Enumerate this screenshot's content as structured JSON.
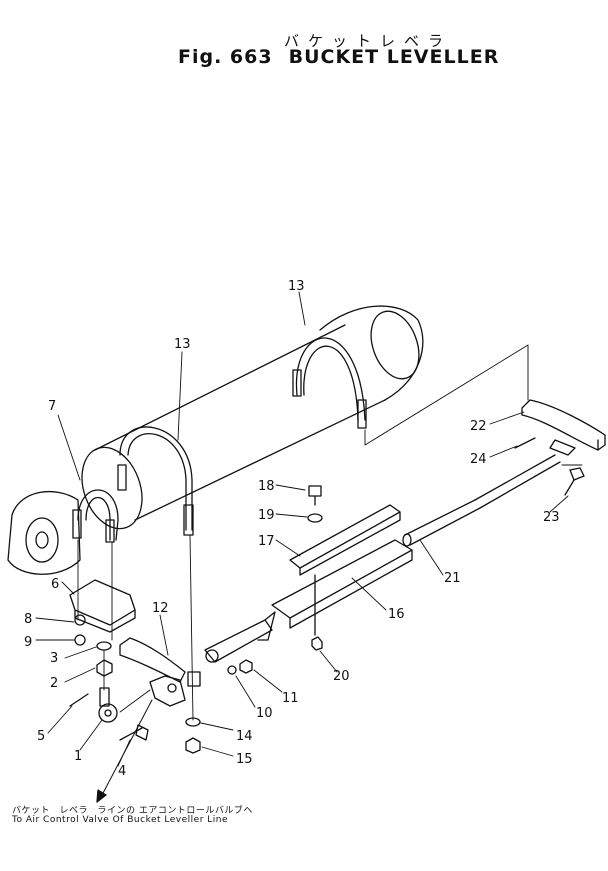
{
  "header": {
    "title_jp": "バケットレベラ",
    "fig_label": "Fig. 663",
    "title": "BUCKET LEVELLER"
  },
  "callouts": [
    "1",
    "2",
    "3",
    "4",
    "5",
    "6",
    "7",
    "8",
    "9",
    "10",
    "11",
    "12",
    "13",
    "13",
    "14",
    "15",
    "16",
    "17",
    "18",
    "19",
    "20",
    "21",
    "22",
    "23",
    "24"
  ],
  "footnote": {
    "jp": "バケット　レベラ　ラインの エアコントロールバルブヘ",
    "en": "To Air Control Valve Of Bucket Leveller Line"
  }
}
